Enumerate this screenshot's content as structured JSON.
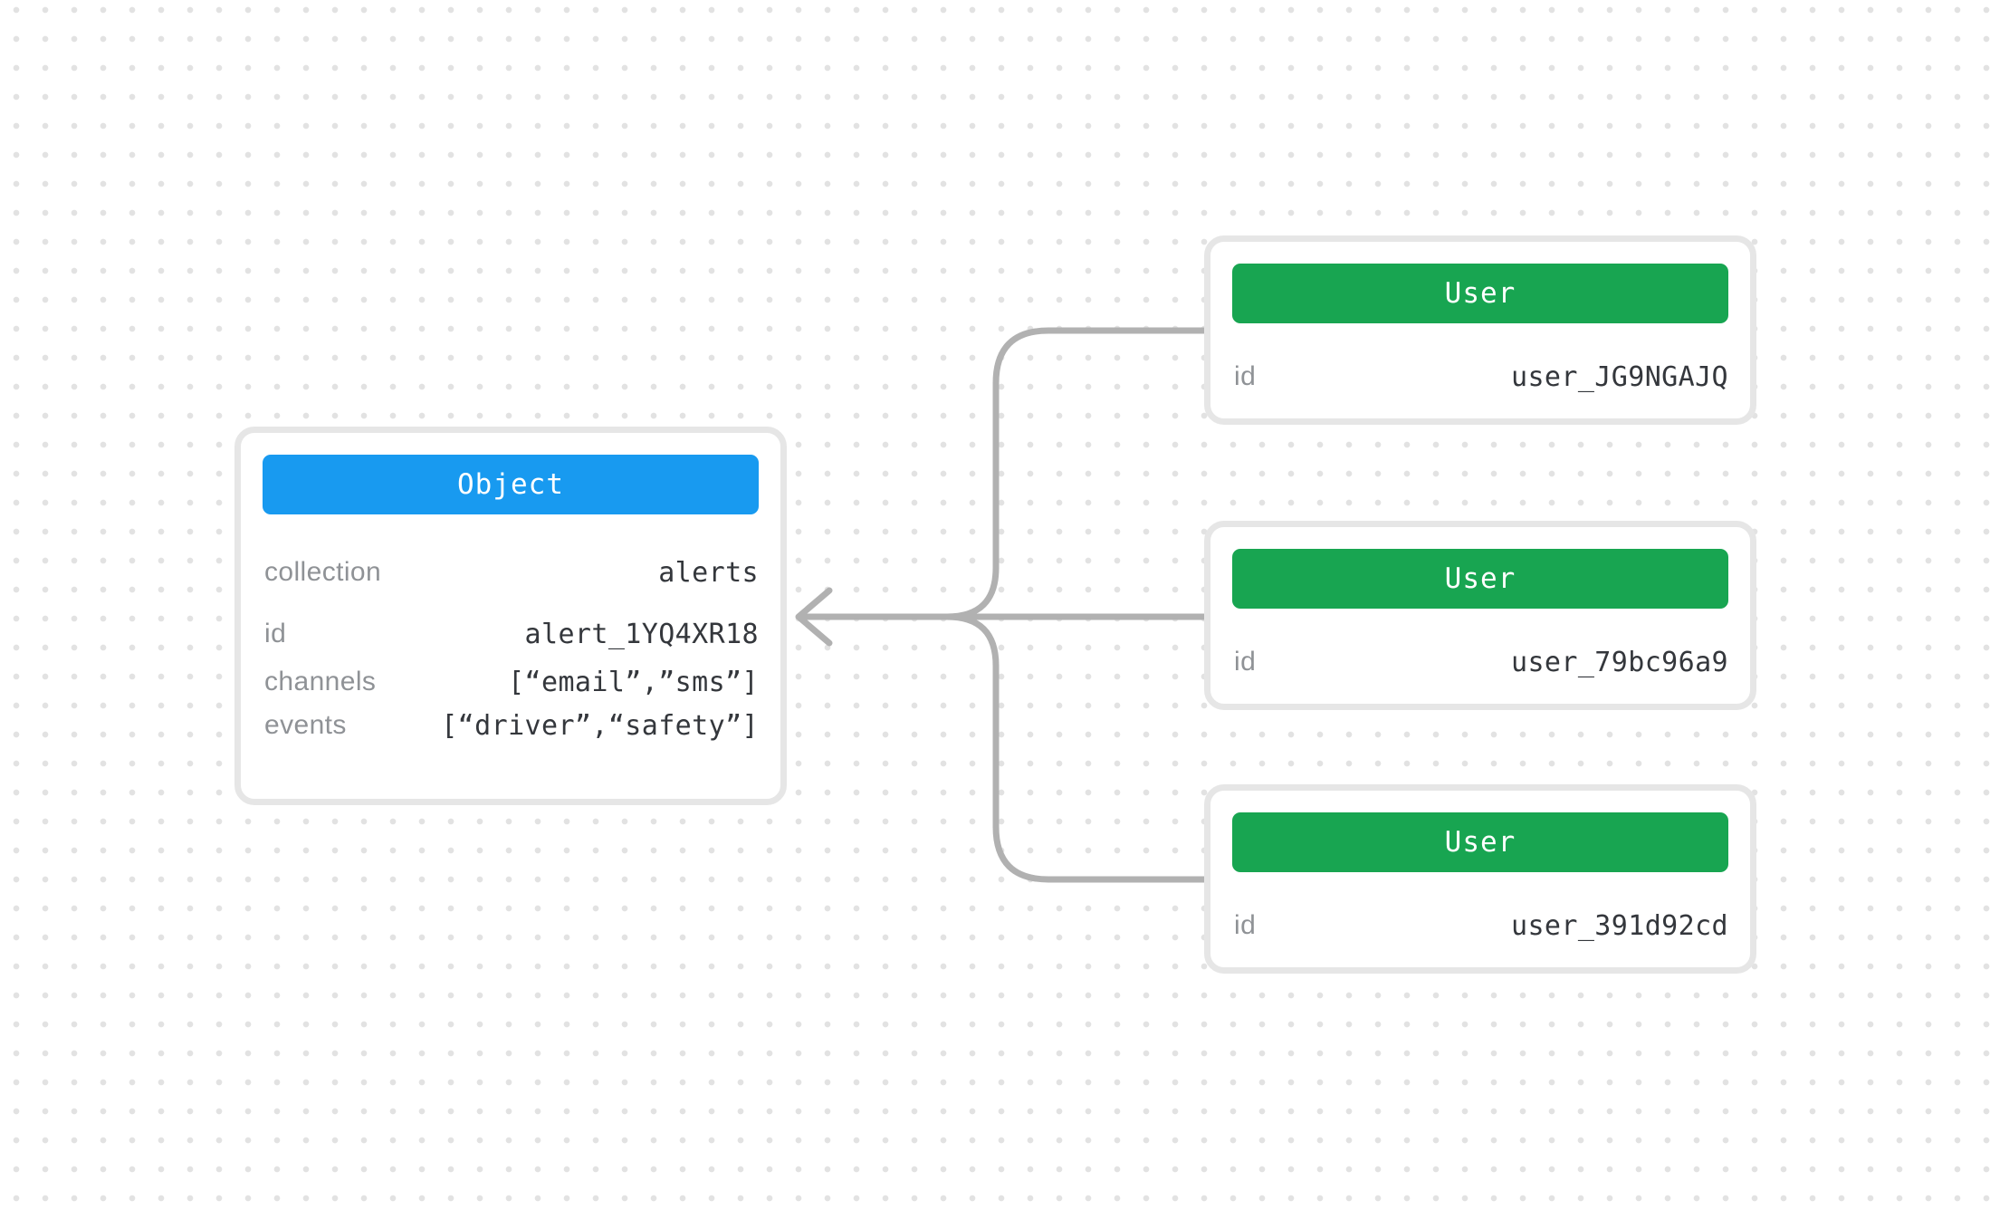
{
  "colors": {
    "object_header": "#189af0",
    "user_header": "#18a551",
    "connector": "#b1b1b1",
    "card_border": "#e6e6e6",
    "label_text": "#8f9296",
    "value_text": "#34373c",
    "header_text": "#ffffff",
    "dot_color": "#e2e2e2",
    "canvas_bg": "#ffffff"
  },
  "object_node": {
    "title": "Object",
    "fields": [
      {
        "label": "collection",
        "value": "alerts"
      },
      {
        "label": "id",
        "value": "alert_1YQ4XR18"
      },
      {
        "label": "channels",
        "value": "[“email”,”sms”]"
      },
      {
        "label": "events",
        "value": "[“driver”,“safety”]"
      }
    ]
  },
  "user_nodes": [
    {
      "title": "User",
      "fields": [
        {
          "label": "id",
          "value": "user_JG9NGAJQ"
        }
      ]
    },
    {
      "title": "User",
      "fields": [
        {
          "label": "id",
          "value": "user_79bc96a9"
        }
      ]
    },
    {
      "title": "User",
      "fields": [
        {
          "label": "id",
          "value": "user_391d92cd"
        }
      ]
    }
  ]
}
